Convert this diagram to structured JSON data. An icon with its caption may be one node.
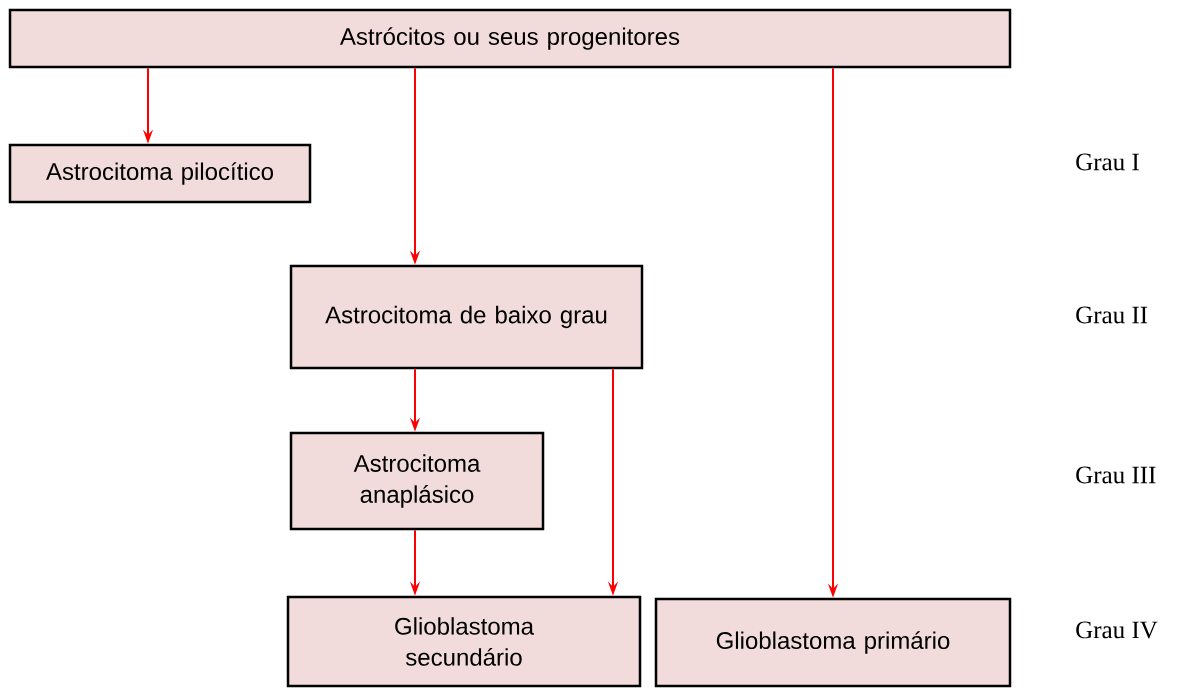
{
  "diagram": {
    "nodes": [
      {
        "text": [
          "Astrócitos ou seus progenitores"
        ]
      },
      {
        "text": [
          "Astrocitoma pilocítico"
        ]
      },
      {
        "text": [
          "Astrocitoma de baixo grau"
        ]
      },
      {
        "text": [
          "Astrocitoma anaplásico"
        ]
      },
      {
        "text": [
          "Glioblastoma secundário"
        ]
      },
      {
        "text": [
          "Glioblastoma primário"
        ]
      }
    ],
    "edges": [
      {
        "from": 0,
        "to": 1,
        "arrow": "to"
      },
      {
        "from": 0,
        "to": 2,
        "arrow": "to"
      },
      {
        "from": 0,
        "to": 5,
        "arrow": "to"
      },
      {
        "from": 2,
        "to": 3,
        "arrow": "to"
      },
      {
        "from": 2,
        "to": 4,
        "arrow": "to"
      },
      {
        "from": 3,
        "to": 4,
        "arrow": "to"
      }
    ],
    "labels": [
      "Grau I",
      "Grau II",
      "Grau III",
      "Grau IV"
    ]
  }
}
